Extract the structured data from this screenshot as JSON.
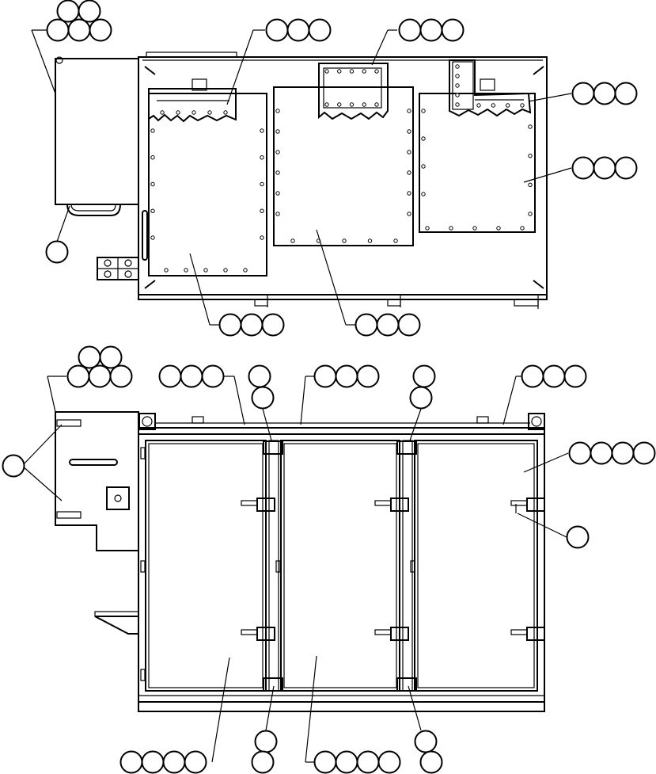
{
  "drawing": {
    "type": "parts-diagram",
    "views": [
      "top-view",
      "front-view"
    ],
    "callout_labels_visible": false
  },
  "colors": {
    "line": "#000000",
    "background": "#ffffff"
  }
}
